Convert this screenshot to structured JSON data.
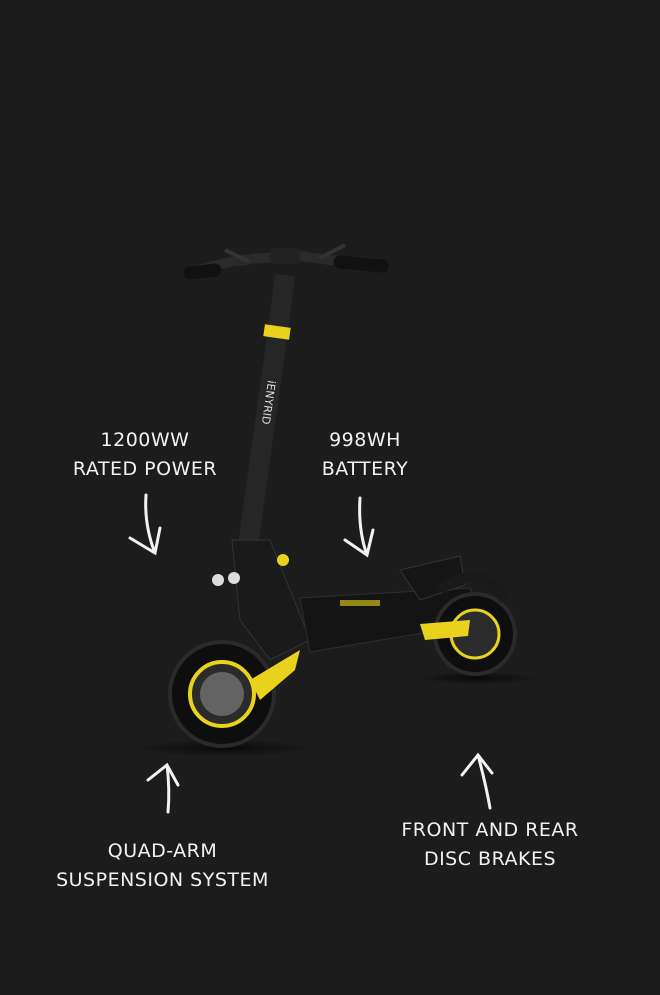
{
  "features": [
    {
      "line1": "1200WW",
      "line2": "RATED POWER"
    },
    {
      "line1": "998WH",
      "line2": "BATTERY"
    },
    {
      "line1": "QUAD-ARM",
      "line2": "SUSPENSION SYSTEM"
    },
    {
      "line1": "FRONT AND REAR",
      "line2": "DISC BRAKES"
    }
  ],
  "product": {
    "brand": "iENYRID",
    "accent_color": "#e8d21e"
  },
  "colors": {
    "background": "#1c1c1c",
    "text": "#f2f2f2"
  }
}
